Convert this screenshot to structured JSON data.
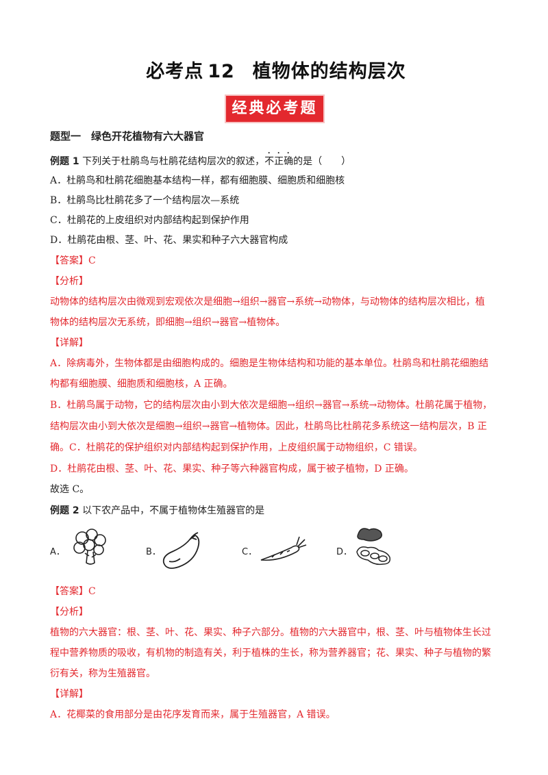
{
  "title": {
    "prefix": "必考点",
    "number": "12",
    "topic": "植物体的结构层次"
  },
  "banner": "经典必考题",
  "section1": "题型一　绿色开花植物有六大器官",
  "q1": {
    "label": "例题 1",
    "stem_before": "下列关于杜鹃鸟与杜鹃花结构层次的叙述，",
    "stem_emph": "不正确",
    "stem_after": "的是（　　）",
    "options": [
      "A．杜鹃鸟和杜鹃花细胞基本结构一样，都有细胞膜、细胞质和细胞核",
      "B．杜鹃鸟比杜鹃花多了一个结构层次—系统",
      "C．杜鹃花的上皮组织对内部结构起到保护作用",
      "D．杜鹃花由根、茎、叶、花、果实和种子六大器官构成"
    ],
    "answer_tag": "【答案】",
    "answer": "C",
    "analysis_tag": "【分析】",
    "analysis": [
      "动物体的结构层次由微观到宏观依次是细胞→组织→器官→系统→动物体，与动物体的结构层次相比，植",
      "物体的结构层次无系统，即细胞→组织→器官→植物体。"
    ],
    "detail_tag": "【详解】",
    "detail": [
      "A．除病毒外，生物体都是由细胞构成的。细胞是生物体结构和功能的基本单位。杜鹃鸟和杜鹃花细胞结",
      "构都有细胞膜、细胞质和细胞核，A 正确。",
      "B．杜鹃鸟属于动物，它的结构层次由小到大依次是细胞→组织→器官→系统→动物体。杜鹃花属于植物，",
      "结构层次由小到大依次是细胞→组织→器官→植物体。因此，杜鹃鸟比杜鹃花多系统这一结构层次，B 正",
      "确。C．杜鹃花的保护组织对内部结构起到保护作用，上皮组织属于动物组织，C 错误。",
      "D．杜鹃花由根、茎、叶、花、果实、种子等六种器官构成，属于被子植物，D 正确。"
    ],
    "conclusion": "故选 C。"
  },
  "q2": {
    "label": "例题 2",
    "stem": "以下农产品中，不属于植物体生殖器官的是",
    "options": [
      {
        "label": "A．",
        "icon": "broccoli-icon"
      },
      {
        "label": "B．",
        "icon": "eggplant-icon"
      },
      {
        "label": "C．",
        "icon": "carrot-icon"
      },
      {
        "label": "D．",
        "icon": "peanut-icon"
      }
    ],
    "answer_tag": "【答案】",
    "answer": "C",
    "analysis_tag": "【分析】",
    "analysis": [
      "植物的六大器官：根、茎、叶、花、果实、种子六部分。植物的六大器官中，根、茎、叶与植物体生长过",
      "程中营养物质的吸收，有机物的制造有关，利于植株的生长，称为营养器官；花、果实、种子与植物的繁",
      "衍有关，称为生殖器官。"
    ],
    "detail_tag": "【详解】",
    "detail": [
      "A．花椰菜的食用部分是由花序发育而来，属于生殖器官，A 错误。"
    ]
  }
}
